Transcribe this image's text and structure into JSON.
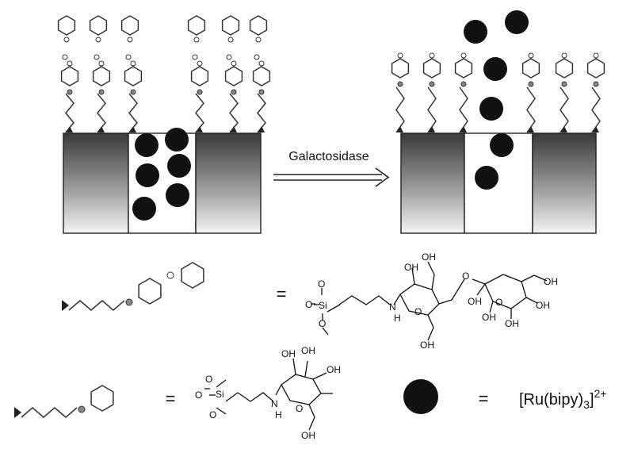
{
  "arrow": {
    "label": "Galactosidase"
  },
  "legend": {
    "equals": "=",
    "complex": {
      "base": "[Ru(bipy)",
      "sub": "3",
      "close": "]",
      "sup": "2+"
    }
  },
  "chem": {
    "oh": "OH",
    "o": "O",
    "si": "Si",
    "nh": "N",
    "h": "H"
  },
  "colors": {
    "dot": "#111111",
    "line": "#222222",
    "pore_top": "#3a3a3a",
    "pore_bottom": "#f4f4f4"
  }
}
